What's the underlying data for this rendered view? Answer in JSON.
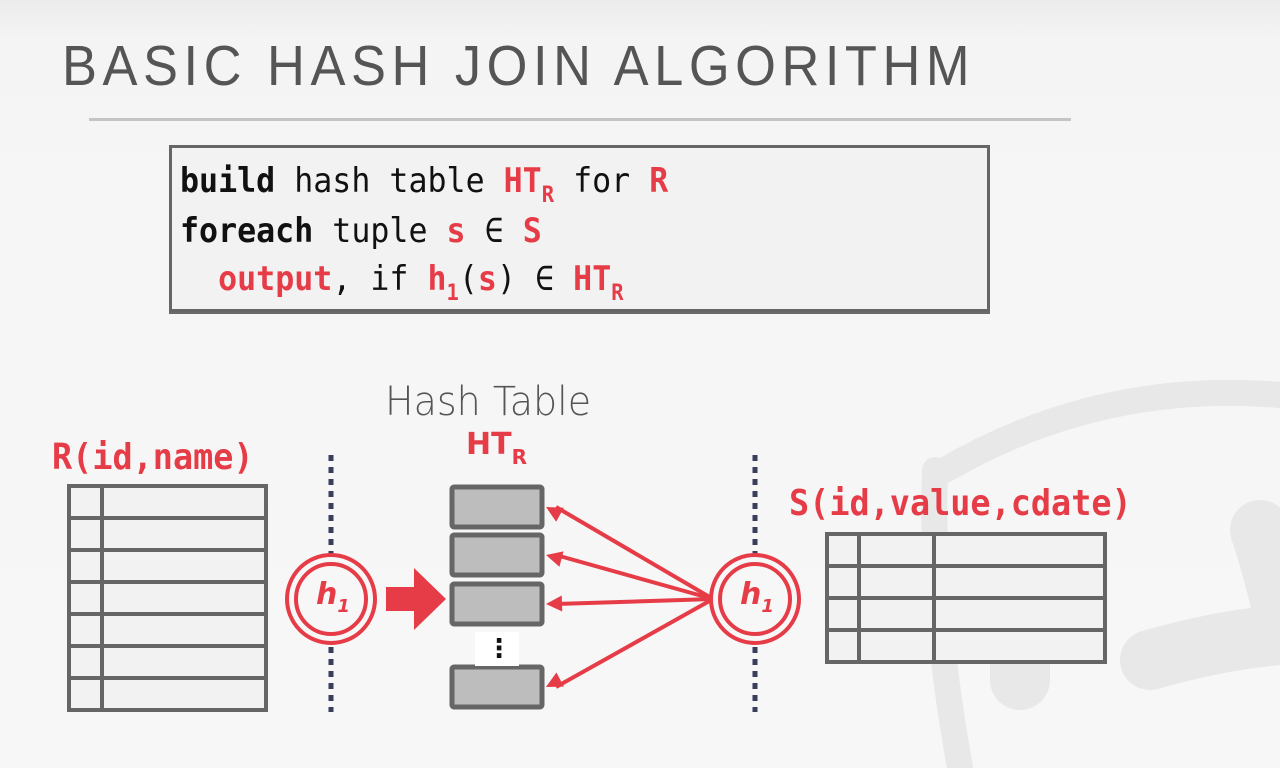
{
  "slide": {
    "title": "BASIC HASH JOIN ALGORITHM"
  },
  "algorithm": {
    "line1": {
      "kw": "build",
      "text1": " hash table ",
      "ht": "HT",
      "ht_sub": "R",
      "text2": " for ",
      "rel": "R"
    },
    "line2": {
      "kw": "foreach",
      "text1": " tuple ",
      "var": "s",
      "text2": " ∈ ",
      "rel": "S"
    },
    "line3": {
      "indent": "  ",
      "out": "output",
      "text1": ", if ",
      "h": "h",
      "h_sub": "1",
      "paren_open": "(",
      "var": "s",
      "paren_close": ")",
      "text2": " ∈ ",
      "ht": "HT",
      "ht_sub": "R"
    }
  },
  "diagram": {
    "hash_table_label": "Hash Table",
    "ht_label": "HT",
    "ht_sub": "R",
    "relation_r": "R(id,name)",
    "relation_s": "S(id,value,cdate)",
    "hash_fn_left": {
      "name": "h",
      "sub": "1"
    },
    "hash_fn_right": {
      "name": "h",
      "sub": "1"
    },
    "ellipsis": "⋮",
    "r_table_rows": 7,
    "s_table_rows": 4,
    "ht_bucket_count": 4
  },
  "colors": {
    "accent_red": "#e63c47",
    "table_stroke": "#666666",
    "bucket_fill": "#bdbdbd",
    "divider": "#3a3d5c"
  }
}
